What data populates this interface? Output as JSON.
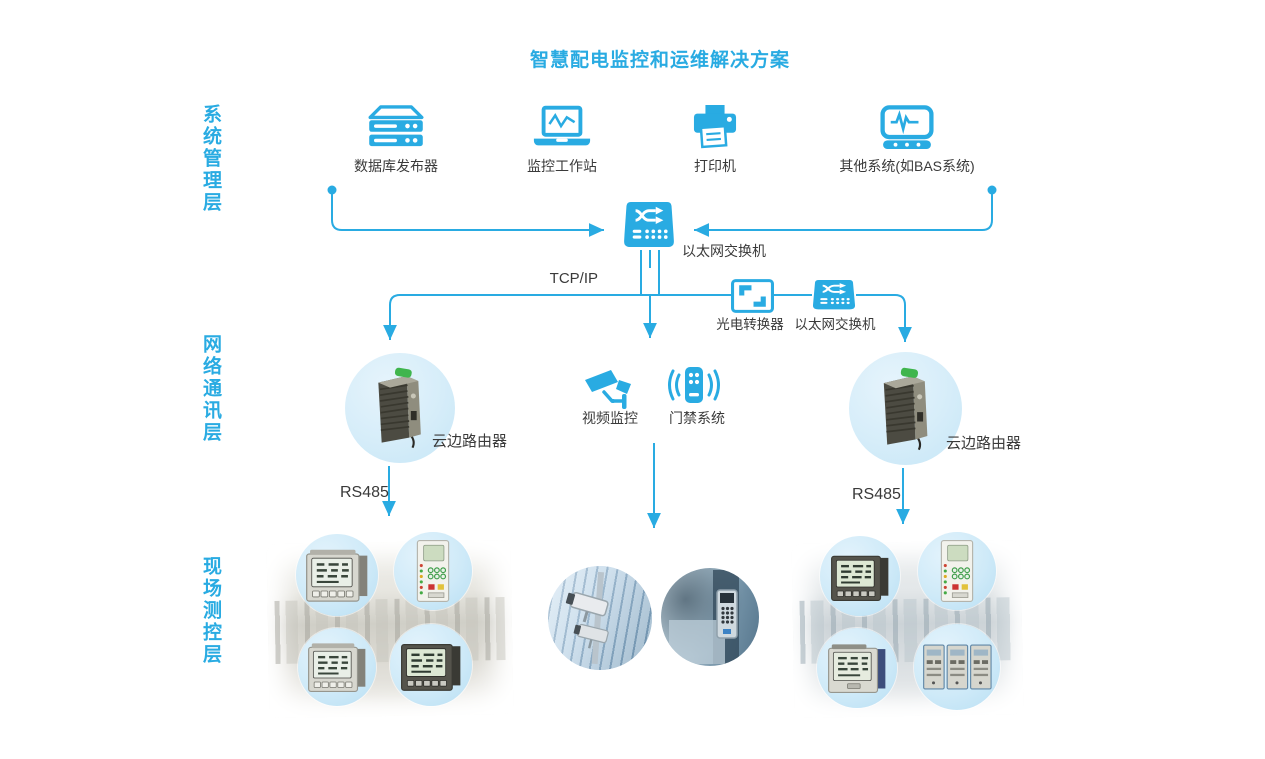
{
  "title": "智慧配电监控和运维解决方案",
  "layers": {
    "system": "系统管理层",
    "network": "网络通讯层",
    "field": "现场测控层"
  },
  "management": {
    "devices": [
      {
        "icon": "database-publisher-icon",
        "label": "数据库发布器"
      },
      {
        "icon": "monitoring-workstation-icon",
        "label": "监控工作站"
      },
      {
        "icon": "printer-icon",
        "label": "打印机"
      },
      {
        "icon": "other-systems-icon",
        "label": "其他系统(如BAS系统)"
      }
    ]
  },
  "backbone": {
    "core_switch_label": "以太网交换机",
    "tcpip_label": "TCP/IP",
    "optical_converter_label": "光电转换器",
    "branch_switch_label": "以太网交换机"
  },
  "network_layer": {
    "left_router_label": "云边路由器",
    "right_router_label": "云边路由器",
    "video_label": "视频监控",
    "access_label": "门禁系统",
    "rs485_left_label": "RS485",
    "rs485_right_label": "RS485"
  },
  "colors": {
    "accent": "#29ABE2",
    "text": "#3A3A3A",
    "halo": "#D6EDF9"
  }
}
